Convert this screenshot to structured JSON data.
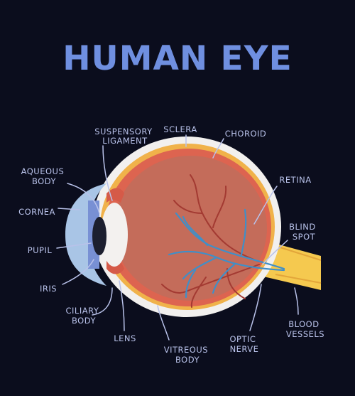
{
  "title": "HUMAN EYE",
  "labels": {
    "suspensory_ligament": [
      "SUSPENSORY",
      "LIGAMENT"
    ],
    "sclera": "SCLERA",
    "choroid": "CHOROID",
    "aqueous_body": [
      "AQUEOUS",
      "BODY"
    ],
    "retina": "RETINA",
    "cornea": "CORNEA",
    "blind_spot": [
      "BLIND",
      "SPOT"
    ],
    "pupil": "PUPIL",
    "iris": "IRIS",
    "ciliary_body": [
      "CILIARY",
      "BODY"
    ],
    "lens": "LENS",
    "vitreous_body": [
      "VITREOUS",
      "BODY"
    ],
    "optic_nerve": [
      "OPTIC",
      "NERVE"
    ],
    "blood_vessels": [
      "BLOOD",
      "VESSELS"
    ]
  },
  "colors": {
    "background": "#0b0d1d",
    "title": "#6f8fe0",
    "label": "#b9c2ea",
    "sclera": "#f2f0ee",
    "choroid": "#f0b24a",
    "retina": "#dd6450",
    "vitreous": "#c46c5a",
    "optic_nerve": "#f5c94f",
    "vein": "#3f8fc8",
    "artery": "#a33a32",
    "cornea": "#a9c5e6",
    "iris": "#7890d4",
    "pupil": "#1c1f2f"
  }
}
